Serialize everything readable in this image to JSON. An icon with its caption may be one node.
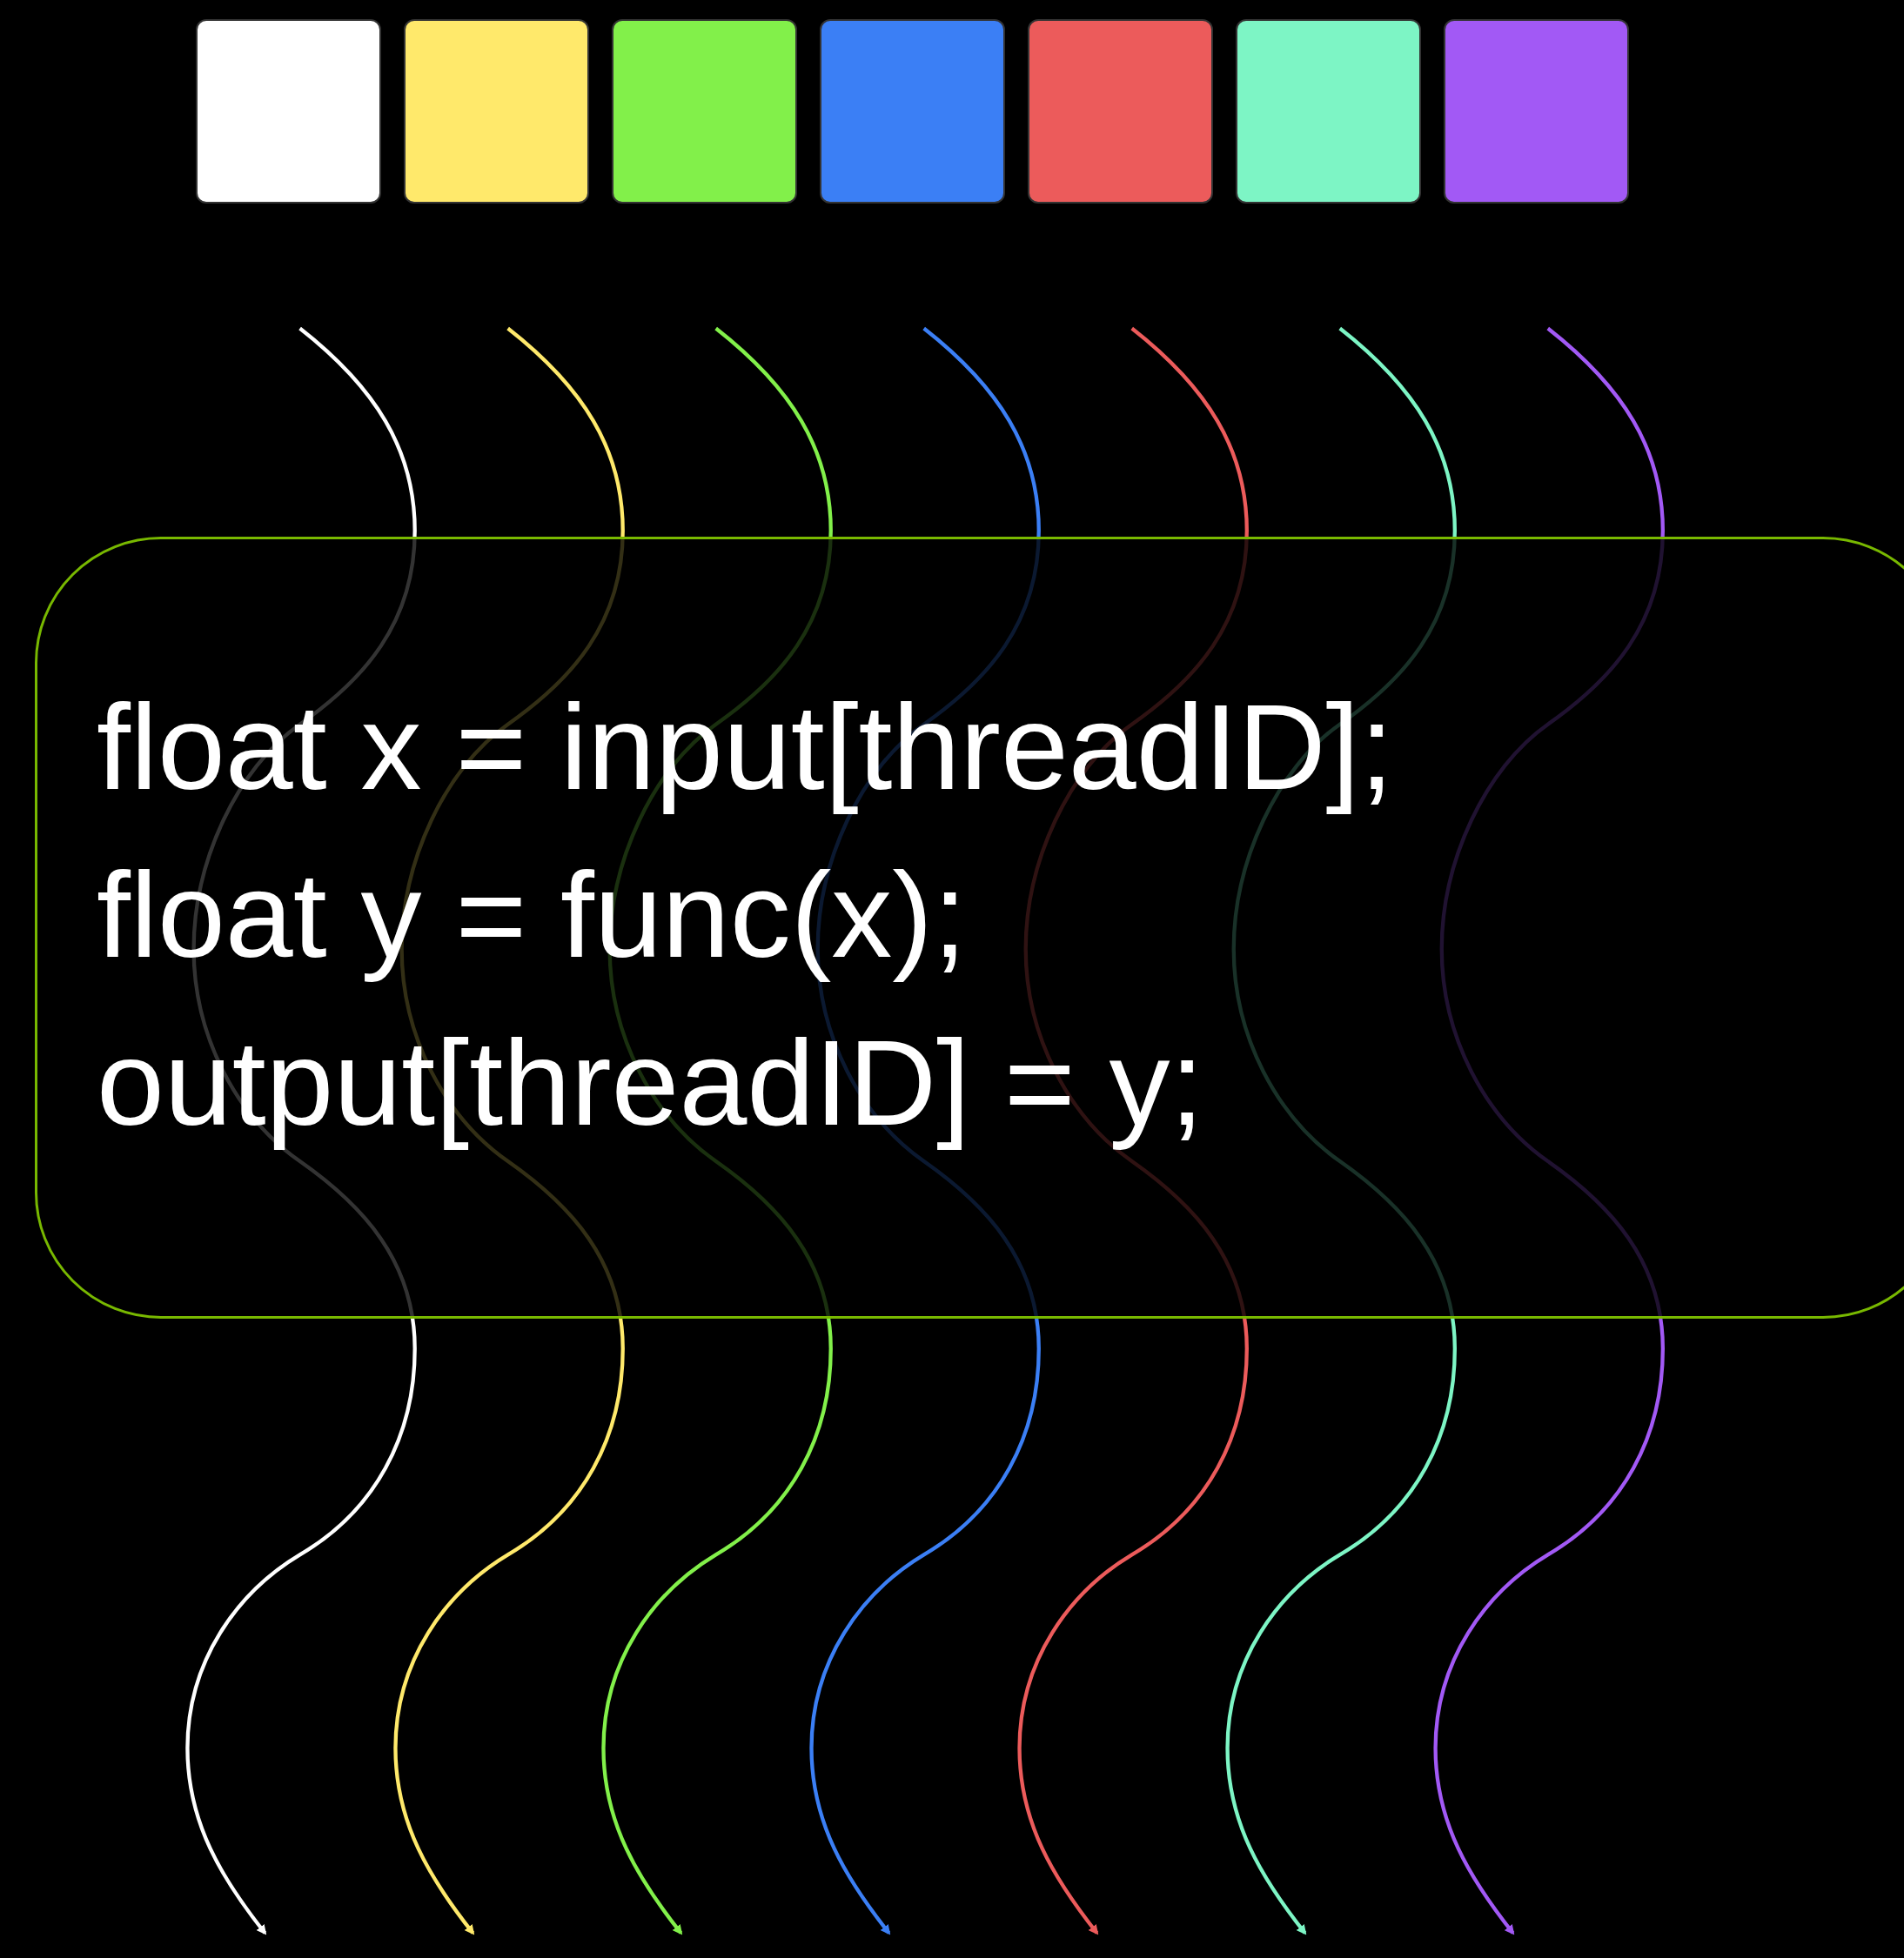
{
  "diagram": {
    "nodes": [
      {
        "text": [],
        "shape": "box"
      },
      {
        "text": [],
        "shape": "box"
      },
      {
        "text": [],
        "shape": "box"
      },
      {
        "text": [],
        "shape": "box"
      },
      {
        "text": [],
        "shape": "box"
      },
      {
        "text": [],
        "shape": "box"
      },
      {
        "text": [],
        "shape": "box"
      },
      {
        "text": [
          "float x = input[threadID];",
          "float y = func(x);",
          "output[threadID] = y;"
        ]
      }
    ]
  }
}
